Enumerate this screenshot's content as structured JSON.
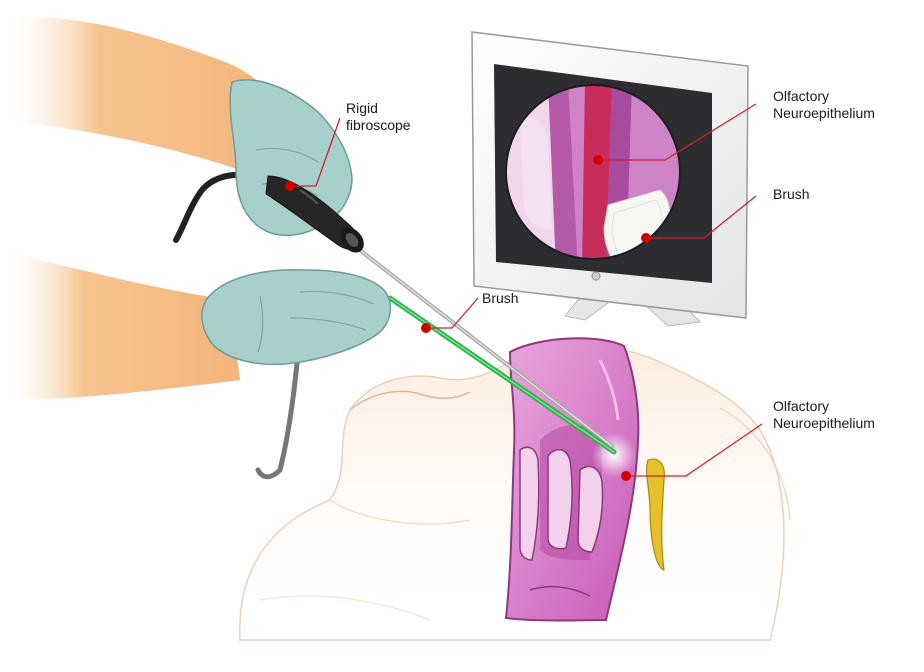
{
  "labels": {
    "rigid_fibroscope": [
      "Rigid",
      "fibroscope"
    ],
    "olfactory_monitor": [
      "Olfactory",
      "Neuroepithelium"
    ],
    "brush_monitor": "Brush",
    "brush_tool": "Brush",
    "olfactory_head": [
      "Olfactory",
      "Neuroepithelium"
    ]
  },
  "colors": {
    "callout_line": "#d1202c",
    "callout_dot": "#d10000",
    "glove": "#a7cfcc",
    "skin": "#f6c08a",
    "nasal_tissue": "#d77cc8",
    "brush_stick": "#2bb34a",
    "olfactory_bulb": "#e7c12d",
    "monitor_screen": "#2c2c31"
  },
  "icons": [
    "power-button-icon"
  ]
}
